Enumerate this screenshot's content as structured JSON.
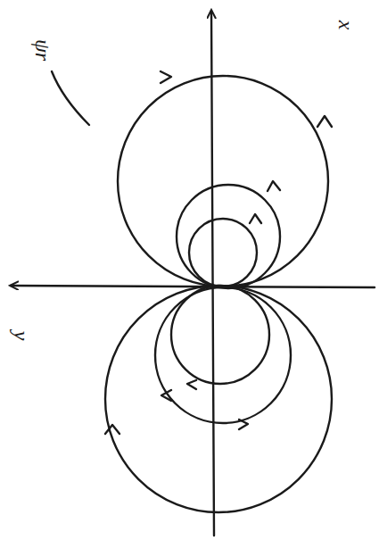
{
  "diagram": {
    "labels": [
      "ψr",
      "x",
      "y"
    ]
  }
}
